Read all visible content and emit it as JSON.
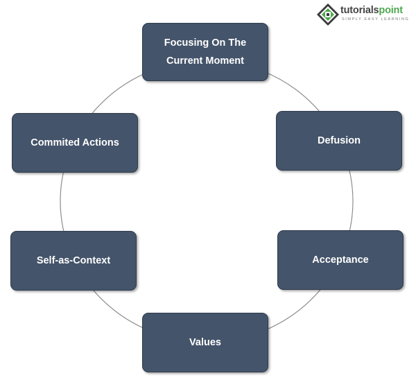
{
  "logo": {
    "name_part1": "tutorials",
    "name_part2": "point",
    "tagline": "SIMPLY EASY LEARNING"
  },
  "cycle": {
    "nodes": [
      {
        "id": "focusing",
        "label_line1": "Focusing On The",
        "label_line2": "Current Moment"
      },
      {
        "id": "defusion",
        "label": "Defusion"
      },
      {
        "id": "acceptance",
        "label": "Acceptance"
      },
      {
        "id": "values",
        "label": "Values"
      },
      {
        "id": "self_as_context",
        "label": "Self-as-Context"
      },
      {
        "id": "commited_actions",
        "label": "Commited Actions"
      }
    ]
  },
  "colors": {
    "node_fill": "#44546a",
    "node_text": "#ffffff",
    "ring_line": "#8c8c8c",
    "logo_green": "#4ea84e",
    "logo_dark": "#454545"
  }
}
